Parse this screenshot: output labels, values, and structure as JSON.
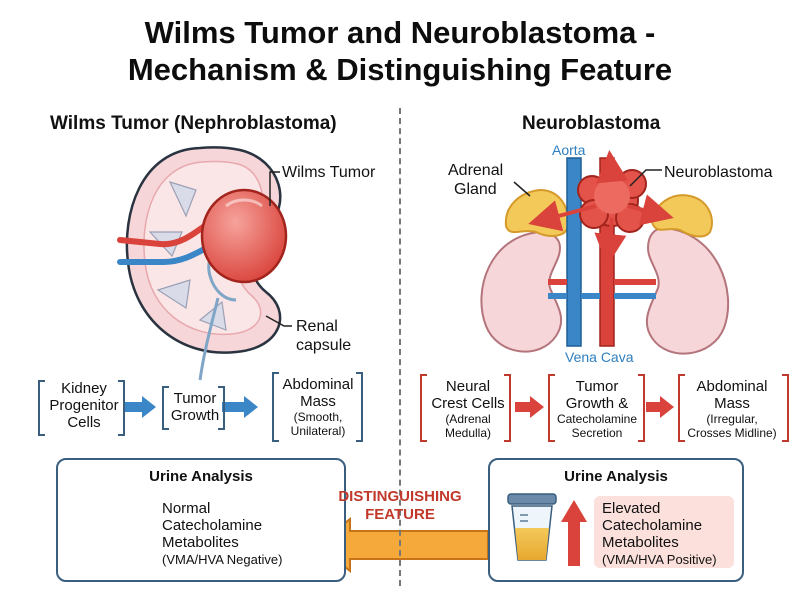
{
  "title_line1": "Wilms Tumor and Neuroblastoma -",
  "title_line2": "Mechanism & Distinguishing Feature",
  "left": {
    "heading": "Wilms Tumor (Nephroblastoma)",
    "labels": {
      "tumor": "Wilms Tumor",
      "capsule_1": "Renal",
      "capsule_2": "capsule"
    },
    "flow": [
      {
        "lines": [
          "Kidney",
          "Progenitor",
          "Cells"
        ],
        "sub": []
      },
      {
        "lines": [
          "Tumor",
          "Growth"
        ],
        "sub": []
      },
      {
        "lines": [
          "Abdominal",
          "Mass"
        ],
        "sub": [
          "(Smooth,",
          "Unilateral)"
        ]
      }
    ],
    "urine": {
      "title": "Urine Analysis",
      "text": [
        "Normal",
        "Catecholamine",
        "Metabolites"
      ],
      "sub": "(VMA/HVA Negative)"
    }
  },
  "right": {
    "heading": "Neuroblastoma",
    "labels": {
      "aorta": "Aorta",
      "adrenal_1": "Adrenal",
      "adrenal_2": "Gland",
      "tumor": "Neuroblastoma",
      "vena": "Vena Cava"
    },
    "flow": [
      {
        "lines": [
          "Neural",
          "Crest Cells"
        ],
        "sub": [
          "(Adrenal",
          "Medulla)"
        ]
      },
      {
        "lines": [
          "Tumor",
          "Growth &"
        ],
        "sub": [
          "Catecholamine",
          "Secretion"
        ]
      },
      {
        "lines": [
          "Abdominal",
          "Mass"
        ],
        "sub": [
          "(Irregular,",
          "Crosses Midline)"
        ]
      }
    ],
    "urine": {
      "title": "Urine Analysis",
      "text": [
        "Elevated",
        "Catecholamine",
        "Metabolites"
      ],
      "sub": "(VMA/HVA Positive)"
    }
  },
  "distinguishing_1": "DISTINGUISHING",
  "distinguishing_2": "FEATURE",
  "colors": {
    "blue": "#3b86c6",
    "red": "#d9433b",
    "navy": "#3a5e7e",
    "kidney": "#f6d6d8",
    "adrenal": "#f3c95a"
  }
}
